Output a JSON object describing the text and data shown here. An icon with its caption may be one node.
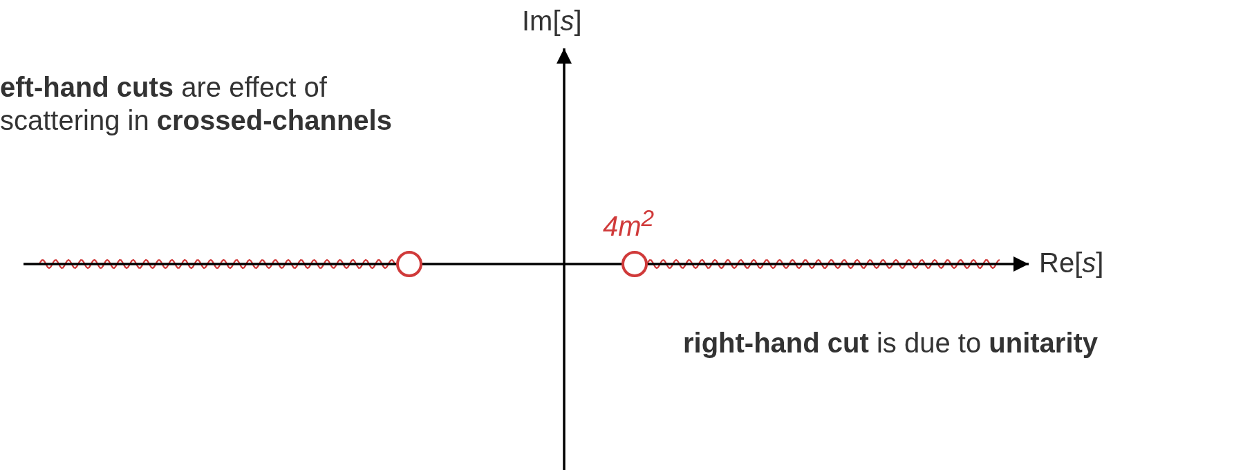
{
  "diagram": {
    "labels": [
      "Im[*s*]",
      "**eft-hand cuts** are effect of scattering in **crossed-channels**",
      "4m$^{2}$",
      "Re[*s*]",
      "**right-hand cut** is due to **unitarity**"
    ]
  }
}
